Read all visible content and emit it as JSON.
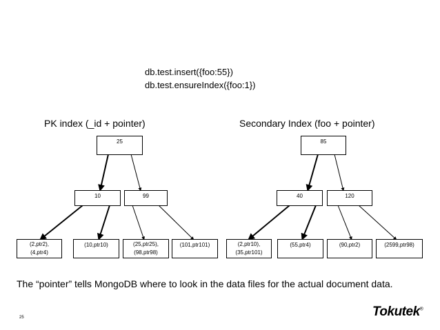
{
  "commands": [
    "db.test.insert({foo:55})",
    "db.test.ensureIndex({foo:1})"
  ],
  "trees": [
    {
      "title": "PK index (_id + pointer)",
      "root": "25",
      "internal": [
        "10",
        "99"
      ],
      "leaves": [
        [
          "(2,ptr2),",
          "(4,ptr4)"
        ],
        [
          "(10,ptr10)"
        ],
        [
          "(25,ptr25),",
          "(98,ptr98)"
        ],
        [
          "(101,ptr101)"
        ]
      ]
    },
    {
      "title": "Secondary Index (foo + pointer)",
      "root": "85",
      "internal": [
        "40",
        "120"
      ],
      "leaves": [
        [
          "(2,ptr10),",
          "(35,ptr101)"
        ],
        [
          "(55,ptr4)"
        ],
        [
          "(90,ptr2)"
        ],
        [
          "(2599,ptr98)"
        ]
      ]
    }
  ],
  "caption": "The “pointer” tells MongoDB where to look in the data files for the actual document data.",
  "slide_number": "25",
  "logo": {
    "text": "Tokutek",
    "mark": "®"
  }
}
